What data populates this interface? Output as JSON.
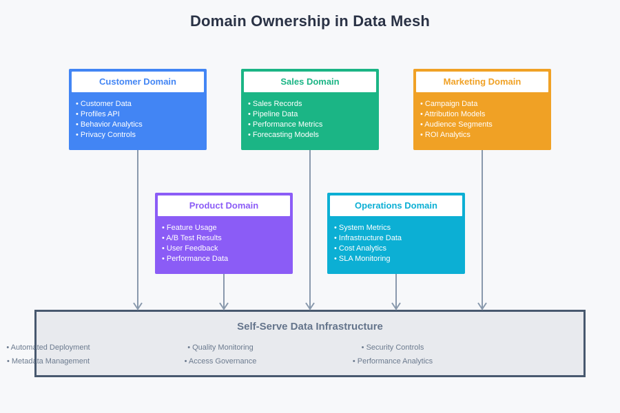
{
  "page": {
    "title": "Domain Ownership in Data Mesh",
    "background": "#f7f8fa",
    "title_color": "#2a3245"
  },
  "bullet_char": "•",
  "connector_color": "#8898ac",
  "domains": [
    {
      "label": "Customer Domain",
      "color": "#4285f4",
      "items": [
        "Customer Data",
        "Profiles API",
        "Behavior Analytics",
        "Privacy Controls"
      ]
    },
    {
      "label": "Sales Domain",
      "color": "#1bb585",
      "items": [
        "Sales Records",
        "Pipeline Data",
        "Performance Metrics",
        "Forecasting Models"
      ]
    },
    {
      "label": "Marketing Domain",
      "color": "#f0a125",
      "items": [
        "Campaign Data",
        "Attribution Models",
        "Audience Segments",
        "ROI Analytics"
      ]
    },
    {
      "label": "Product Domain",
      "color": "#8b5cf6",
      "items": [
        "Feature Usage",
        "A/B Test Results",
        "User Feedback",
        "Performance Data"
      ]
    },
    {
      "label": "Operations Domain",
      "color": "#0cafd4",
      "items": [
        "System Metrics",
        "Infrastructure Data",
        "Cost Analytics",
        "SLA Monitoring"
      ]
    }
  ],
  "infrastructure": {
    "title": "Self-Serve Data Infrastructure",
    "fill": "#e8eaee",
    "border_color": "#47586e",
    "title_color": "#64748b",
    "item_color": "#6b7a8e",
    "columns": [
      [
        "Automated Deployment",
        "Metadata Management"
      ],
      [
        "Quality Monitoring",
        "Access Governance"
      ],
      [
        "Security Controls",
        "Performance Analytics"
      ]
    ]
  }
}
